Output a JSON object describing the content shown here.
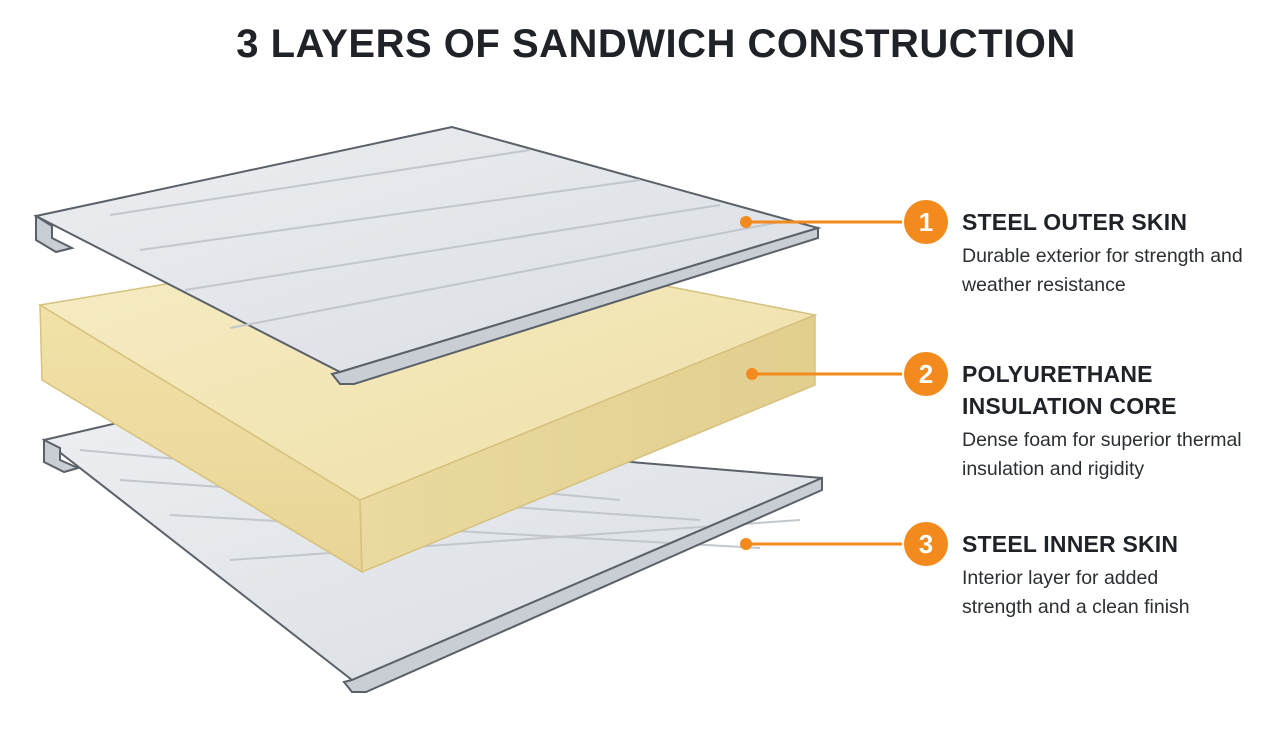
{
  "title": "3 LAYERS OF SANDWICH CONSTRUCTION",
  "accent_color": "#f28a1e",
  "layers": [
    {
      "number": "1",
      "name": "STEEL OUTER SKIN",
      "description": "Durable exterior for strength and weather resistance"
    },
    {
      "number": "2",
      "name": "POLYURETHANE INSULATION CORE",
      "description": "Dense foam for superior thermal insulation and rigidity"
    },
    {
      "number": "3",
      "name": "STEEL INNER SKIN",
      "description": "Interior layer for added strength and a clean finish"
    }
  ]
}
